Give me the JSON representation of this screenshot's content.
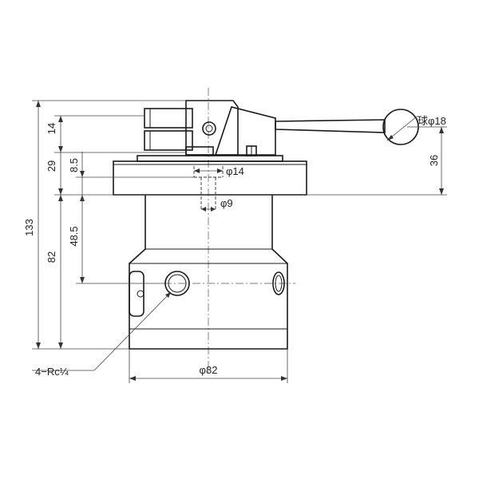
{
  "dimensions": {
    "total_height": "133",
    "lower_height": "82",
    "upper_height": "29",
    "handle_height": "14",
    "flange_thickness": "8.5",
    "port_height": "48.5",
    "ball_offset": "36",
    "bore_diameter": "φ14",
    "port_diameter": "φ9",
    "body_diameter": "φ82",
    "ball_diameter": "球φ18"
  },
  "callouts": {
    "port_thread": "4−Rc¼"
  }
}
